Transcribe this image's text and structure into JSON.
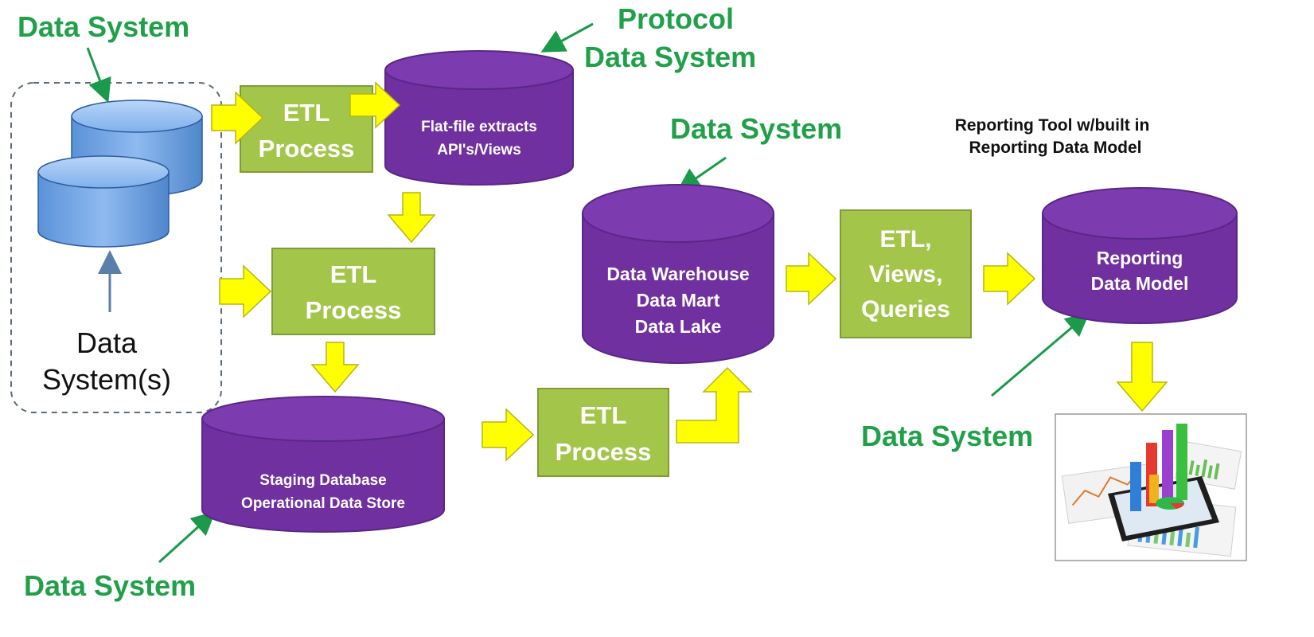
{
  "colors": {
    "green_label": "#21a04a",
    "green_arrow": "#1a9a4a",
    "purple_db": "#7030a0",
    "purple_db_top": "#7d3bb0",
    "purple_edge": "#5a2786",
    "etl_fill": "#a3c64a",
    "etl_edge": "#7e9c35",
    "yellow_arrow": "#ffff00",
    "yellow_edge": "#b5b517",
    "blue_db": "#6ea3e4",
    "blue_edge": "#2f5d9e",
    "dashed_border": "#5d6a7e"
  },
  "labels": {
    "data_system_top_left": "Data System",
    "protocol_data_system": [
      "Protocol",
      "Data System"
    ],
    "data_system_center": "Data System",
    "data_system_right": "Data System",
    "data_system_bottom_left": "Data System",
    "reporting_tool_caption": [
      "Reporting Tool w/built in",
      "Reporting Data Model"
    ]
  },
  "source": {
    "title": [
      "Data",
      "System(s)"
    ]
  },
  "nodes": {
    "etl_1": [
      "ETL",
      "Process"
    ],
    "etl_2": [
      "ETL",
      "Process"
    ],
    "etl_3": [
      "ETL",
      "Process"
    ],
    "etl_4": [
      "ETL,",
      "Views,",
      "Queries"
    ],
    "flat_file_db": [
      "Flat-file extracts",
      "API's/Views"
    ],
    "staging_db": [
      "Staging Database",
      "Operational Data Store"
    ],
    "warehouse_db": [
      "Data Warehouse",
      "Data Mart",
      "Data Lake"
    ],
    "reporting_db": [
      "Reporting",
      "Data Model"
    ]
  },
  "dashboard_image": "analytics-dashboard-illustration"
}
